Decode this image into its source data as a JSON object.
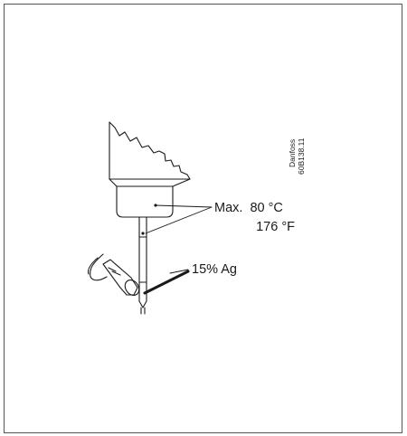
{
  "labels": {
    "temp_max_c": "Max.  80 °C",
    "temp_f": "176 °F",
    "solder": "15% Ag"
  },
  "drawing_code": {
    "brand": "Danfoss",
    "number": "60B138.11"
  },
  "colors": {
    "line": "#1a1a1a",
    "frame": "#555555"
  }
}
